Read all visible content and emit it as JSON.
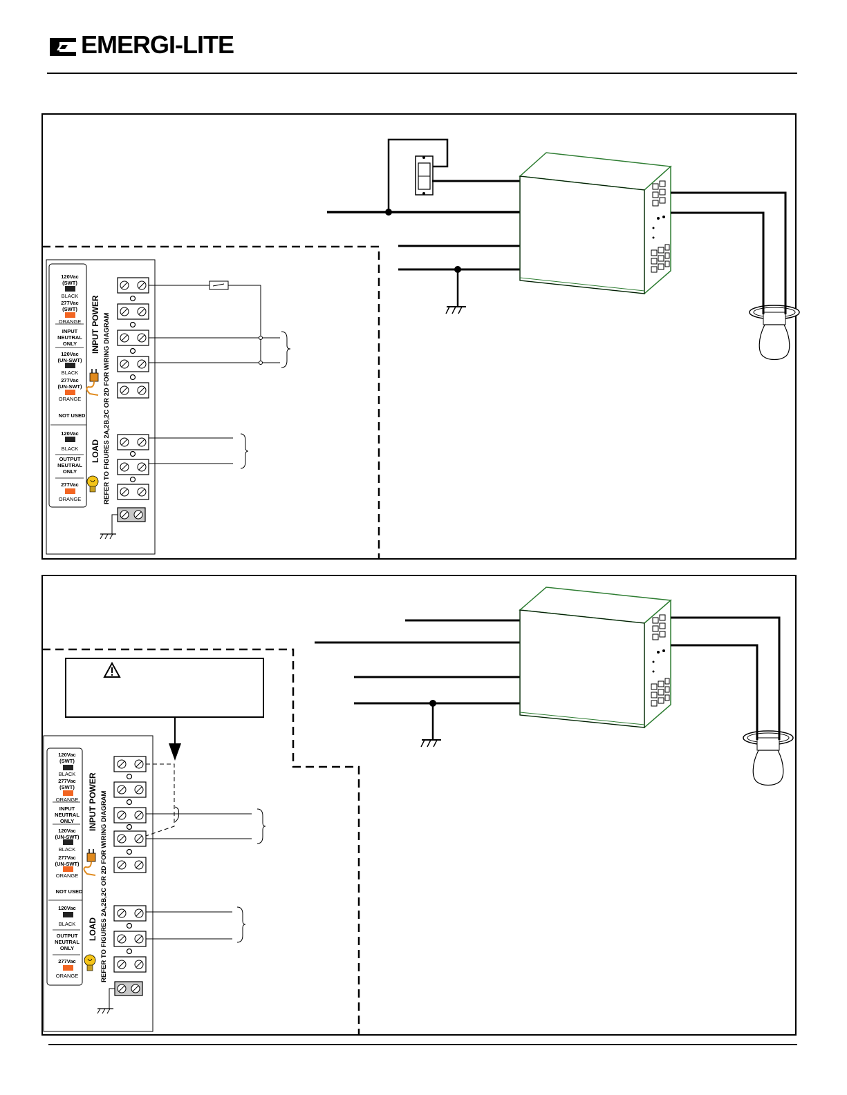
{
  "brand": {
    "name": "EMERGI-LITE"
  },
  "terminal_labels": {
    "input_power": "INPUT POWER",
    "input_refer": "REFER TO FIGURES 2A,2B,2C OR 2D FOR WIRING DIAGRAM",
    "load": "LOAD",
    "swt_120": "120Vac",
    "swt_120_sub": "(SWT)",
    "black": "BLACK",
    "swt_277": "277Vac",
    "orange": "ORANGE",
    "input_neutral_1": "INPUT",
    "input_neutral_2": "NEUTRAL",
    "input_neutral_3": "ONLY",
    "unswt_sub": "(UN-SWT)",
    "not_used": "NOT USED",
    "output_neutral_1": "OUTPUT",
    "output_neutral_2": "NEUTRAL",
    "output_neutral_3": "ONLY"
  },
  "colors": {
    "black_swatch": "#222222",
    "orange_swatch": "#f26522",
    "box_edge": "#2e7d32",
    "dashed": "#000000"
  },
  "icons": [
    "logo-mark-icon",
    "switch-icon",
    "ground-icon",
    "lamp-icon",
    "warning-icon",
    "plug-icon",
    "bulb-icon",
    "emergency-unit-icon"
  ]
}
